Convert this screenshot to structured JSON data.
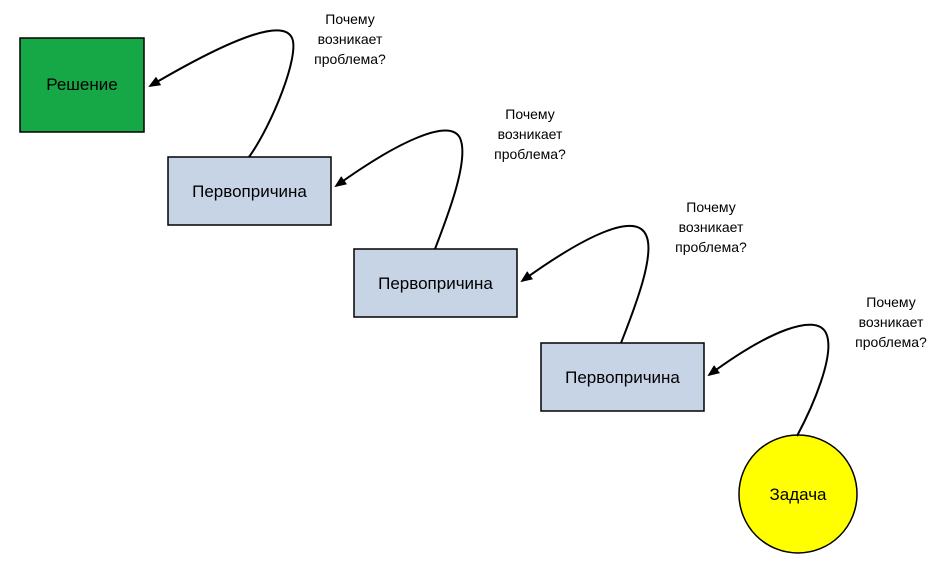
{
  "diagram": {
    "solution": {
      "label": "Решение",
      "fill": "#16a847"
    },
    "root_causes": [
      {
        "label": "Первопричина"
      },
      {
        "label": "Первопричина"
      },
      {
        "label": "Первопричина"
      }
    ],
    "cause_fill": "#c7d4e5",
    "task": {
      "label": "Задача",
      "fill": "#ffff00"
    },
    "questions": [
      {
        "line1": "Почему",
        "line2": "возникает",
        "line3": "проблема?"
      },
      {
        "line1": "Почему",
        "line2": "возникает",
        "line3": "проблема?"
      },
      {
        "line1": "Почему",
        "line2": "возникает",
        "line3": "проблема?"
      },
      {
        "line1": "Почему",
        "line2": "возникает",
        "line3": "проблема?"
      }
    ]
  }
}
